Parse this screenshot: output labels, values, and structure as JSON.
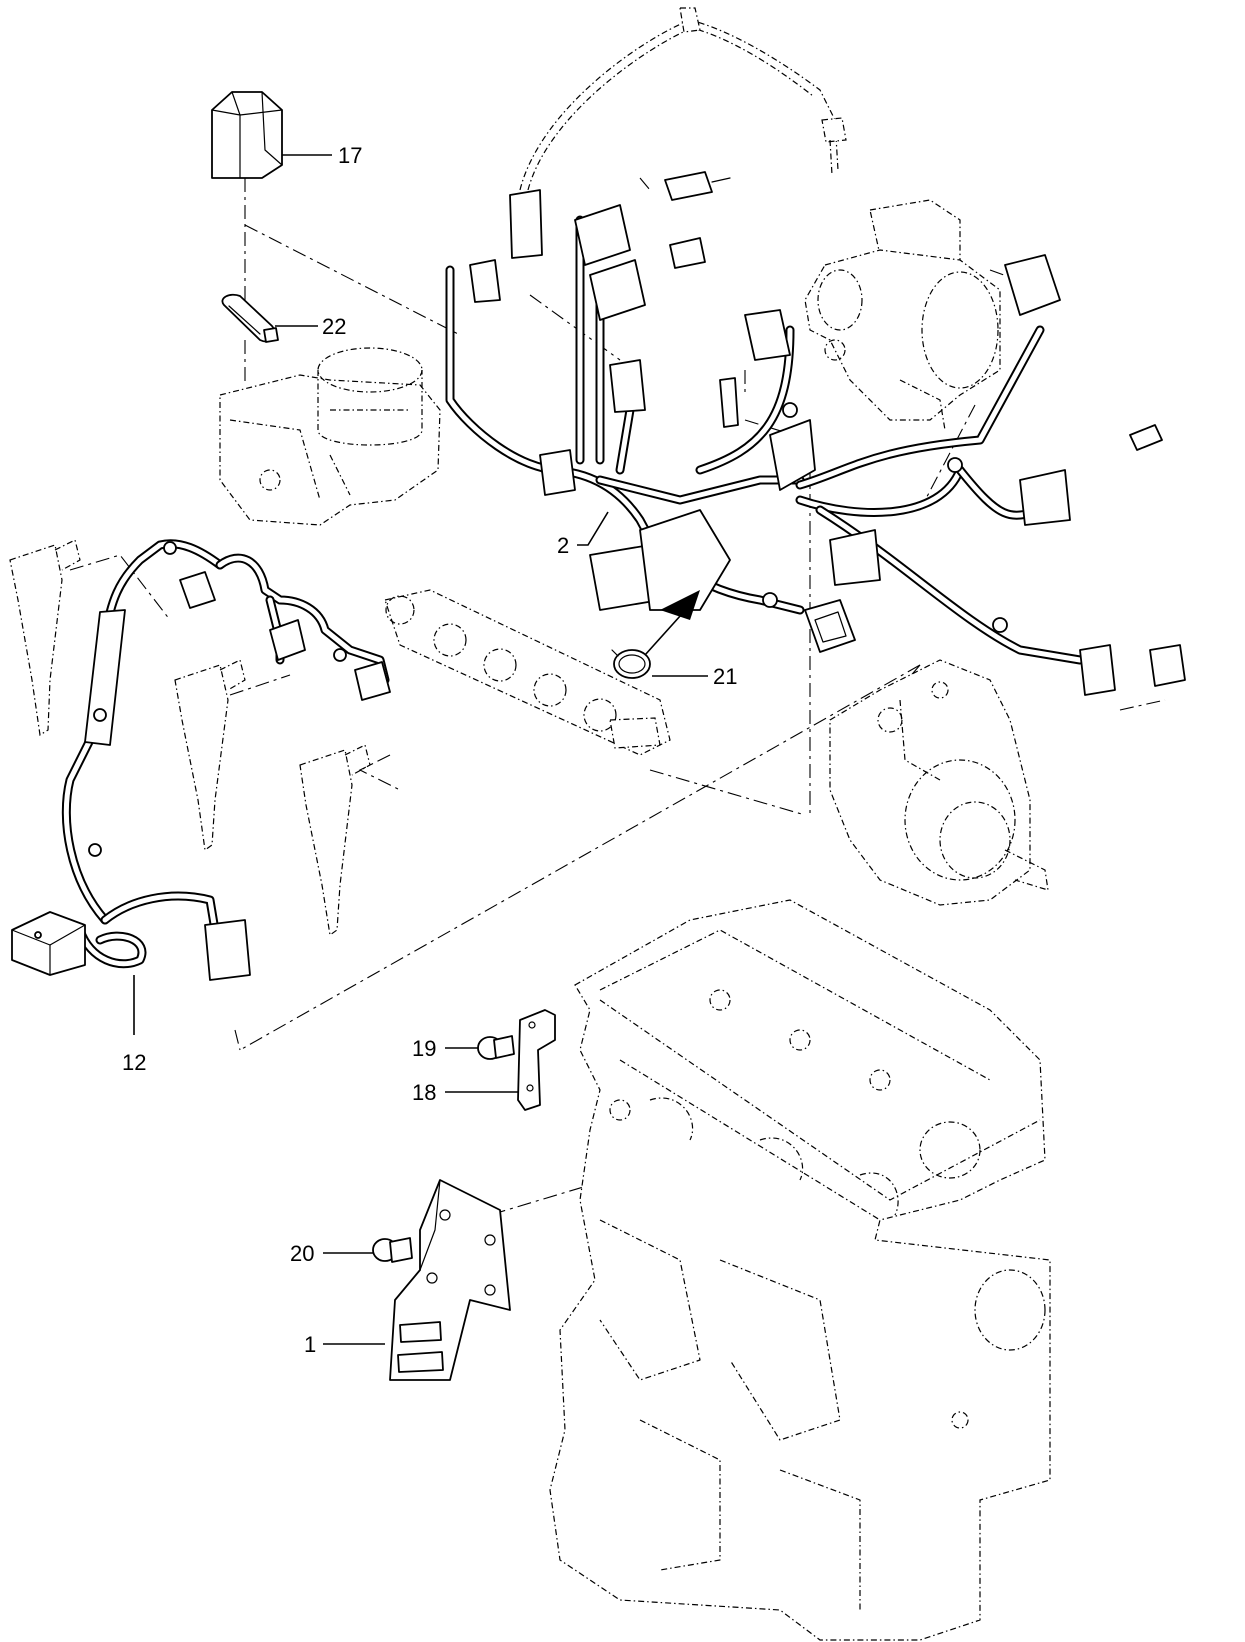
{
  "callouts": [
    {
      "id": "17",
      "label": "17"
    },
    {
      "id": "22",
      "label": "22"
    },
    {
      "id": "2",
      "label": "2"
    },
    {
      "id": "21",
      "label": "21"
    },
    {
      "id": "12",
      "label": "12"
    },
    {
      "id": "19",
      "label": "19"
    },
    {
      "id": "18",
      "label": "18"
    },
    {
      "id": "20",
      "label": "20"
    },
    {
      "id": "1",
      "label": "1"
    }
  ]
}
